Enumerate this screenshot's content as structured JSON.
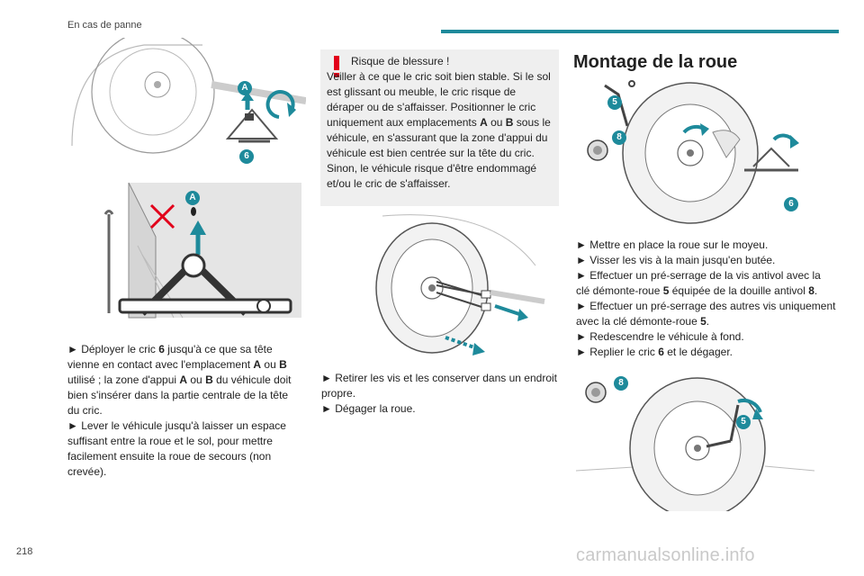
{
  "header": {
    "section": "En cas de panne",
    "page_number": "218",
    "watermark": "carmanualsonline.info"
  },
  "warning": {
    "title": "Risque de blessure !",
    "text": "Veiller à ce que le cric soit bien stable. Si le sol est glissant ou meuble, le cric risque de déraper ou de s'affaisser. Positionner le cric uniquement aux emplacements A ou B sous le véhicule, en s'assurant que la zone d'appui du véhicule est bien centrée sur la tête du cric. Sinon, le véhicule risque d'être endommagé et/ou le cric de s'affaisser."
  },
  "col1": {
    "lines": [
      "► Déployer le cric 6 jusqu'à ce que sa tête vienne en contact avec l'emplacement A ou B utilisé ; la zone d'appui A ou B du véhicule doit bien s'insérer dans la partie centrale de la tête du cric.",
      "► Lever le véhicule jusqu'à laisser un espace suffisant entre la roue et le sol, pour mettre facilement ensuite la roue de secours (non crevée)."
    ]
  },
  "col2": {
    "lines": [
      "► Retirer les vis et les conserver dans un endroit propre.",
      "► Dégager la roue."
    ]
  },
  "section": {
    "title": "Montage de la roue"
  },
  "col3": {
    "lines": [
      "► Mettre en place la roue sur le moyeu.",
      "► Visser les vis à la main jusqu'en butée.",
      "► Effectuer un pré-serrage de la vis antivol avec la clé démonte-roue 5 équipée de la douille antivol 8.",
      "► Effectuer un pré-serrage des autres vis uniquement avec la clé démonte-roue 5.",
      "► Redescendre le véhicule à fond.",
      "► Replier le cric 6 et le dégager."
    ]
  },
  "labels": {
    "a": "A",
    "n5": "5",
    "n6": "6",
    "n8": "8"
  },
  "colors": {
    "accent": "#1e8a9b",
    "warning": "#e2001a"
  }
}
